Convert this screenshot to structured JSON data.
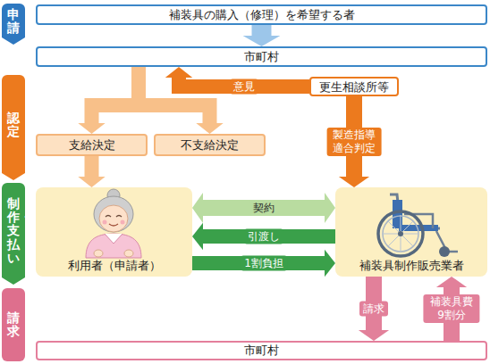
{
  "diagram": {
    "nodes": [
      {
        "text": [
          "申請"
        ]
      },
      {
        "text": [
          "補装具の購入（修理）を希望する者"
        ]
      },
      {
        "text": [
          "市町村"
        ]
      },
      {
        "text": [
          "認定"
        ]
      },
      {
        "text": [
          "更生相談所等"
        ]
      },
      {
        "text": [
          "支給決定"
        ]
      },
      {
        "text": [
          "不支給決定"
        ]
      },
      {
        "text": [
          "制作・支払い"
        ]
      },
      {
        "text": [
          "利用者（申請者）"
        ]
      },
      {
        "text": [
          "補装具制作販売業者"
        ]
      },
      {
        "text": [
          "請求"
        ]
      },
      {
        "text": [
          "市町村"
        ]
      }
    ],
    "edges": [
      {
        "from": 1,
        "to": 2,
        "arrow": "to"
      },
      {
        "from": 2,
        "to": 5,
        "arrow": "to"
      },
      {
        "from": 2,
        "to": 6,
        "arrow": "to"
      },
      {
        "from": 4,
        "to": 2,
        "arrow": "to",
        "label": "意見"
      },
      {
        "from": 4,
        "to": 9,
        "arrow": "to",
        "label": "製造指導 適合判定"
      },
      {
        "from": 5,
        "to": 8,
        "arrow": "to"
      },
      {
        "from": 8,
        "to": 9,
        "arrow": "both",
        "label": "契約"
      },
      {
        "from": 9,
        "to": 8,
        "arrow": "to",
        "label": "引渡し"
      },
      {
        "from": 8,
        "to": 9,
        "arrow": "to",
        "label": "1割負担"
      },
      {
        "from": 9,
        "to": 11,
        "arrow": "to",
        "label": "請求"
      },
      {
        "from": 11,
        "to": 9,
        "arrow": "to",
        "label": "補装具費 9割分"
      }
    ]
  }
}
